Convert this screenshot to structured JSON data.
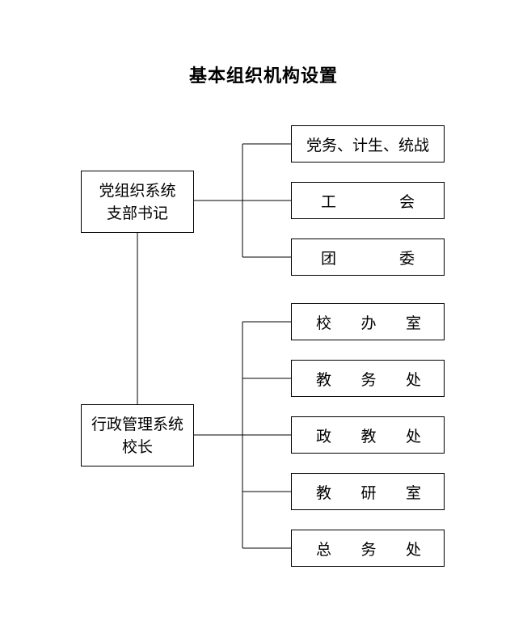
{
  "title": "基本组织机构设置",
  "party": {
    "lines": [
      "党组织系统",
      "支部书记"
    ],
    "children": [
      {
        "chars": [
          "党务、计生、统战"
        ]
      },
      {
        "chars": [
          "工",
          "会"
        ]
      },
      {
        "chars": [
          "团",
          "委"
        ]
      }
    ]
  },
  "admin": {
    "lines": [
      "行政管理系统",
      "校长"
    ],
    "children": [
      {
        "chars": [
          "校",
          "办",
          "室"
        ]
      },
      {
        "chars": [
          "教",
          "务",
          "处"
        ]
      },
      {
        "chars": [
          "政",
          "教",
          "处"
        ]
      },
      {
        "chars": [
          "教",
          "研",
          "室"
        ]
      },
      {
        "chars": [
          "总",
          "务",
          "处"
        ]
      }
    ]
  }
}
